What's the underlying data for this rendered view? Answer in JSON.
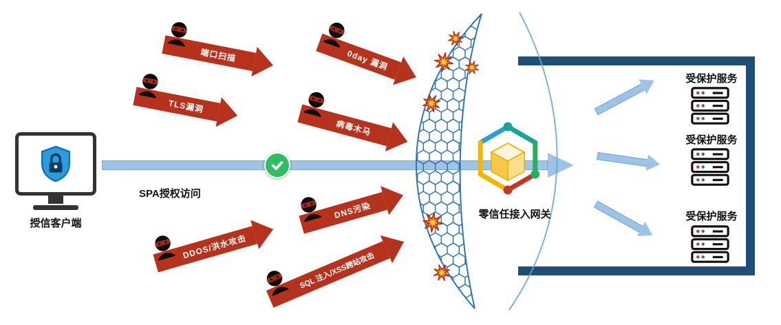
{
  "client": {
    "label": "授信客户端"
  },
  "flow": {
    "spa_label": "SPA授权访问"
  },
  "gateway": {
    "label": "零信任接入网关"
  },
  "attacks": [
    {
      "label": "端口扫描"
    },
    {
      "label": "TLS漏洞"
    },
    {
      "label": "0day 漏洞"
    },
    {
      "label": "病毒木马"
    },
    {
      "label": "DDOS/洪水攻击"
    },
    {
      "label": "DNS污染"
    },
    {
      "label": "SQL 注入/XSS跨站攻击"
    }
  ],
  "services": [
    {
      "label": "受保护服务"
    },
    {
      "label": "受保护服务"
    },
    {
      "label": "受保护服务"
    }
  ],
  "icons": {
    "client_shield": "shield-lock-icon",
    "attacker": "ninja-attacker-icon",
    "allowed": "check-icon",
    "mesh": "hex-mesh-shield",
    "explosion": "burst-icon",
    "gateway_logo": "hex-cube-logo",
    "server": "server-rack-icon"
  },
  "colors": {
    "attack_red": "#b7321c",
    "flow_blue": "#9dc3e6",
    "mesh_blue": "#2e75b6",
    "navy": "#1f4e79",
    "check_green": "#2fbf62"
  }
}
